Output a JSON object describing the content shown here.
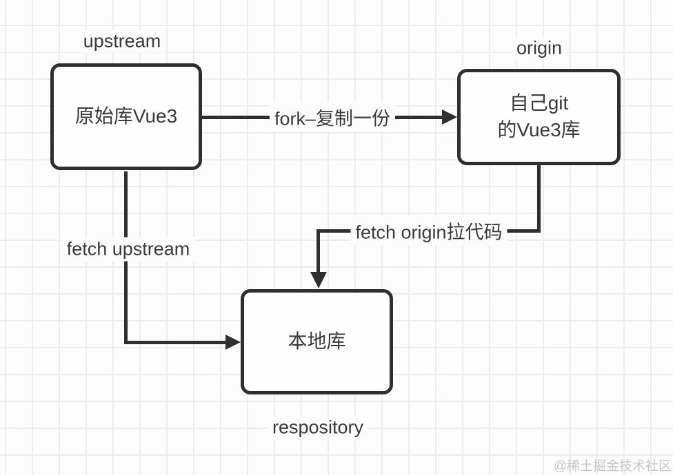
{
  "colors": {
    "line": "#2f2f2f",
    "text": "#3a3a3a",
    "background": "#fcfcfc",
    "grid_line": "#ededed",
    "watermark": "#c7c7c7"
  },
  "nodes": {
    "upstream": {
      "label": "upstream",
      "text": "原始库Vue3"
    },
    "origin": {
      "label": "origin",
      "text_line1": "自己git",
      "text_line2": "的Vue3库"
    },
    "local": {
      "label": "respository",
      "text": "本地库"
    }
  },
  "edges": {
    "fork": {
      "from": "upstream",
      "to": "origin",
      "label": "fork–复制一份"
    },
    "fetch_origin": {
      "from": "origin",
      "to": "local",
      "label": "fetch origin拉代码"
    },
    "fetch_upstream": {
      "from": "upstream",
      "to": "local",
      "label": "fetch upstream"
    }
  },
  "watermark": {
    "text": "@稀土掘金技术社区"
  }
}
